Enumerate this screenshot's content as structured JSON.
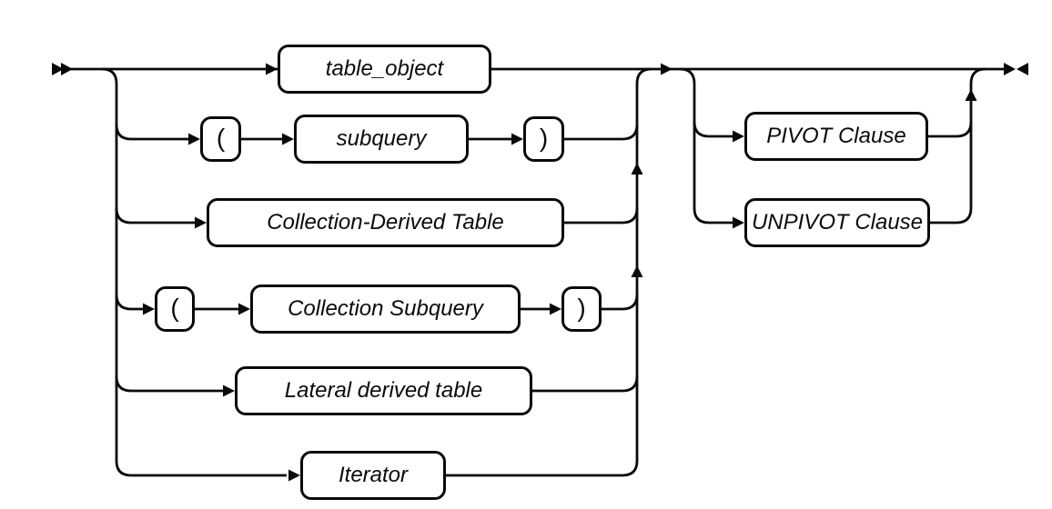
{
  "diagram": {
    "type": "railroad-syntax-diagram",
    "colors": {
      "line": "#0a0a0a",
      "box_border": "#0a0a0a",
      "box_fill": "#ffffff",
      "text": "#0a0a0a",
      "background": "#ffffff"
    },
    "alternatives": [
      {
        "label": "table_object"
      },
      {
        "open": "(",
        "label": "subquery",
        "close": ")"
      },
      {
        "label": "Collection-Derived Table"
      },
      {
        "open": "(",
        "label": "Collection Subquery",
        "close": ")"
      },
      {
        "label": "Lateral derived table"
      },
      {
        "label": "Iterator"
      }
    ],
    "optional_clauses": [
      {
        "label": "PIVOT Clause"
      },
      {
        "label": "UNPIVOT Clause"
      }
    ]
  }
}
